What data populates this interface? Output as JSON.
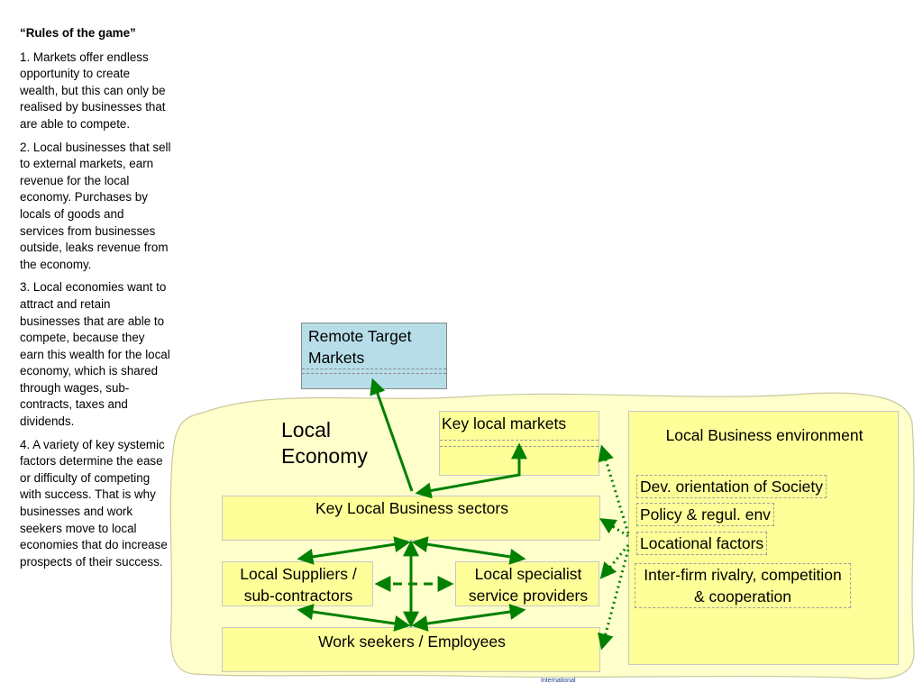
{
  "sidebar": {
    "title": "“Rules of the game”",
    "points": [
      "1. Markets offer endless opportunity to create wealth, but this can only be realised by businesses that are able to compete.",
      "2. Local businesses that sell to external markets, earn revenue for the local economy. Purchases by locals of goods and services from businesses outside, leaks revenue from the economy.",
      "3. Local economies want to attract and retain businesses that are able to compete, because they earn this wealth for the local economy, which is shared through wages, sub-contracts, taxes and dividends.",
      "4. A variety of key systemic factors determine the ease or difficulty of competing with success. That is why businesses and work seekers move to local economies that do increase prospects of their success."
    ]
  },
  "diagram": {
    "remote_markets": "Remote  Target Markets",
    "local_economy": "Local Economy",
    "key_local_markets": "Key local  markets",
    "key_sectors": "Key Local Business sectors",
    "suppliers": "Local Suppliers / sub-contractors",
    "specialists": "Local specialist service providers",
    "work_seekers": "Work seekers / Employees",
    "environment": {
      "title": "Local Business environment",
      "factors": [
        "Dev. orientation of Society",
        "Policy & regul. env",
        "Locational factors",
        "Inter-firm rivalry, competition & cooperation"
      ]
    }
  },
  "footer": {
    "brand": "International"
  },
  "colors": {
    "arrow": "#008000",
    "box_fill": "#ffff99",
    "remote_fill": "#b7dde8",
    "cloud_fill": "#ffffcc"
  }
}
